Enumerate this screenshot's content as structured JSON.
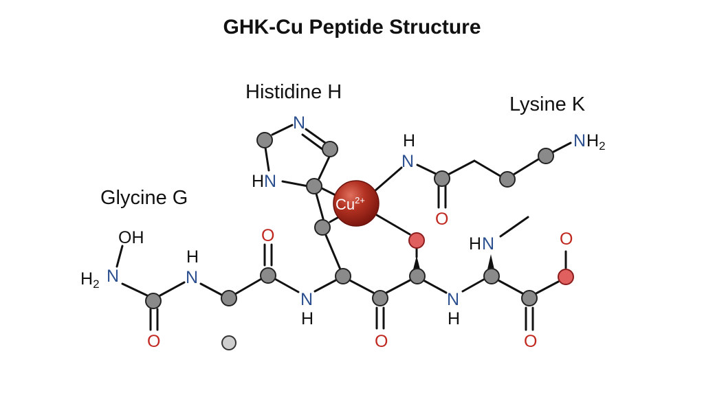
{
  "title": "GHK-Cu Peptide Structure",
  "residue_labels": {
    "glycine": "Glycine G",
    "histidine": "Histidine H",
    "lysine": "Lysine K"
  },
  "metal": {
    "symbol": "Cu",
    "charge": "2+"
  },
  "atoms": {
    "N": "N",
    "H": "H",
    "O": "O",
    "OH": "OH",
    "H2": "H",
    "sub2": "2",
    "HN": "HN"
  },
  "colors": {
    "nitrogen": "#2b4f8f",
    "oxygen": "#c0271f",
    "carbon_node": "#8a8a8a",
    "oxygen_node": "#e06060",
    "copper": "#a8281c"
  }
}
